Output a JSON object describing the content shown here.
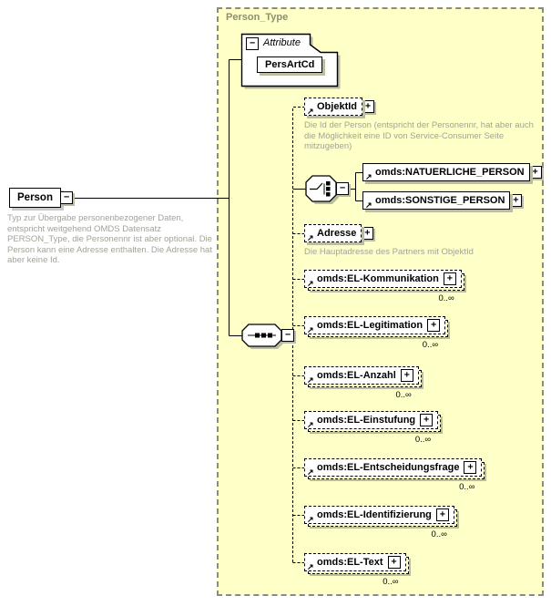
{
  "diagram": {
    "type_panel": {
      "title": "Person_Type"
    },
    "root": {
      "name": "Person",
      "collapse_glyph": "−",
      "annotation": "Typ zur Übergabe personenbezogener Daten, entspricht weitgehend OMDS Datensatz PERSON_Type, die Personennr ist aber optional. Die Person kann eine Adresse enthalten. Die Adresse hat aber keine Id."
    },
    "attribute_section": {
      "label": "Attribute",
      "collapse_glyph": "−",
      "attributes": [
        {
          "name": "PersArtCd"
        }
      ]
    },
    "expand_glyph": "+",
    "ref_arrow_glyph": "↗",
    "compositors": {
      "sequence": "sequence-indicator",
      "choice": "choice-indicator",
      "collapse_glyph": "−"
    },
    "elements": {
      "objektid": {
        "name": "ObjektId",
        "annotation": "Die Id der Person (entspricht der Personennr, hat aber auch die Möglichkeit eine ID von Service-Consumer Seite mitzugeben)"
      },
      "naturliche_person": {
        "name": "omds:NATUERLICHE_PERSON"
      },
      "sonstige_person": {
        "name": "omds:SONSTIGE_PERSON"
      },
      "adresse": {
        "name": "Adresse",
        "annotation": "Die Hauptadresse des Partners mit ObjektId"
      },
      "kommunikation": {
        "name": "omds:EL-Kommunikation",
        "occurs": "0..∞"
      },
      "legitimation": {
        "name": "omds:EL-Legitimation",
        "occurs": "0..∞"
      },
      "anzahl": {
        "name": "omds:EL-Anzahl",
        "occurs": "0..∞"
      },
      "einstufung": {
        "name": "omds:EL-Einstufung",
        "occurs": "0..∞"
      },
      "entscheidungsfrage": {
        "name": "omds:EL-Entscheidungsfrage",
        "occurs": "0..∞"
      },
      "identifizierung": {
        "name": "omds:EL-Identifizierung",
        "occurs": "0..∞"
      },
      "text": {
        "name": "omds:EL-Text",
        "occurs": "0..∞"
      }
    },
    "colors": {
      "panel_bg": "#FFFFC8",
      "panel_border": "#8A8A8A",
      "panel_title": "#8F8F6E",
      "annotation_text": "#A3A399",
      "box_shadow": "#BCBCA3",
      "line": "#000000"
    }
  }
}
